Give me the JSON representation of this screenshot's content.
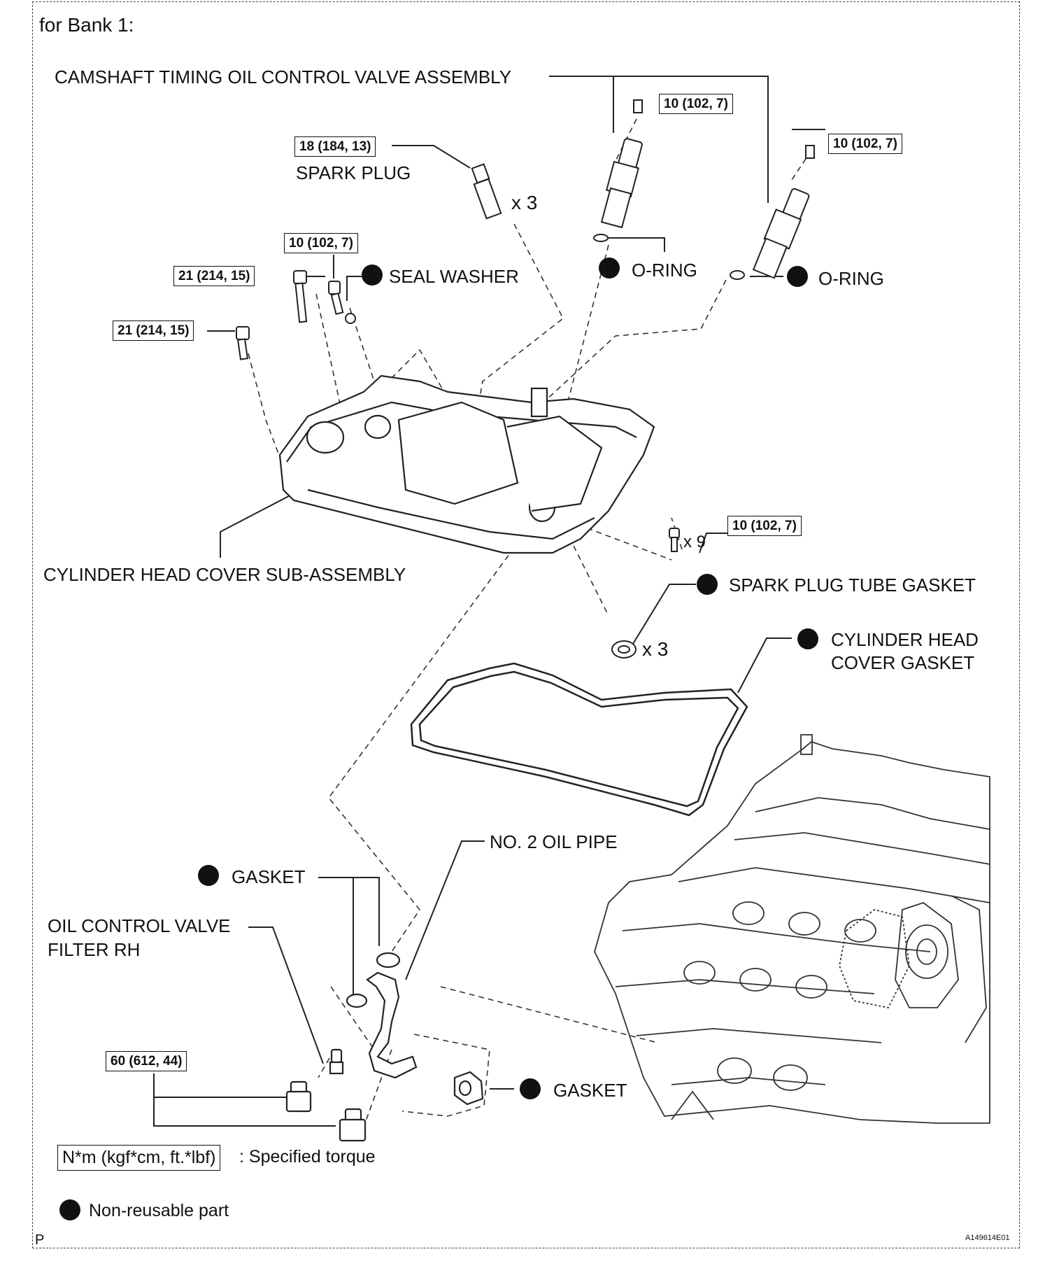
{
  "title": "for Bank 1:",
  "parts": {
    "camshaft_valve": "CAMSHAFT TIMING OIL CONTROL VALVE ASSEMBLY",
    "spark_plug": "SPARK PLUG",
    "seal_washer": "SEAL WASHER",
    "o_ring_1": "O-RING",
    "o_ring_2": "O-RING",
    "cylinder_head_cover": "CYLINDER HEAD COVER SUB-ASSEMBLY",
    "spark_plug_tube_gasket": "SPARK PLUG TUBE GASKET",
    "cylinder_head_cover_gasket_1": "CYLINDER HEAD",
    "cylinder_head_cover_gasket_2": "COVER GASKET",
    "no2_oil_pipe": "NO. 2 OIL PIPE",
    "gasket_1": "GASKET",
    "oil_control_valve_filter_1": "OIL CONTROL VALVE",
    "oil_control_valve_filter_2": "FILTER RH",
    "gasket_2": "GASKET"
  },
  "torques": {
    "t1": "10 (102, 7)",
    "t2": "18 (184, 13)",
    "t3": "10 (102, 7)",
    "t4": "10 (102, 7)",
    "t5": "21 (214, 15)",
    "t6": "21 (214, 15)",
    "t7": "10 (102, 7)",
    "t8": "60 (612, 44)"
  },
  "quantities": {
    "spark_plug": "x 3",
    "bolts": "x 9",
    "tube_gasket": "x 3"
  },
  "legend": {
    "torque_box": "N*m (kgf*cm, ft.*lbf)",
    "torque_text": ": Specified torque",
    "non_reusable": "Non-reusable part"
  },
  "footer": {
    "left_mark": "P",
    "figure_id": "A149614E01"
  }
}
